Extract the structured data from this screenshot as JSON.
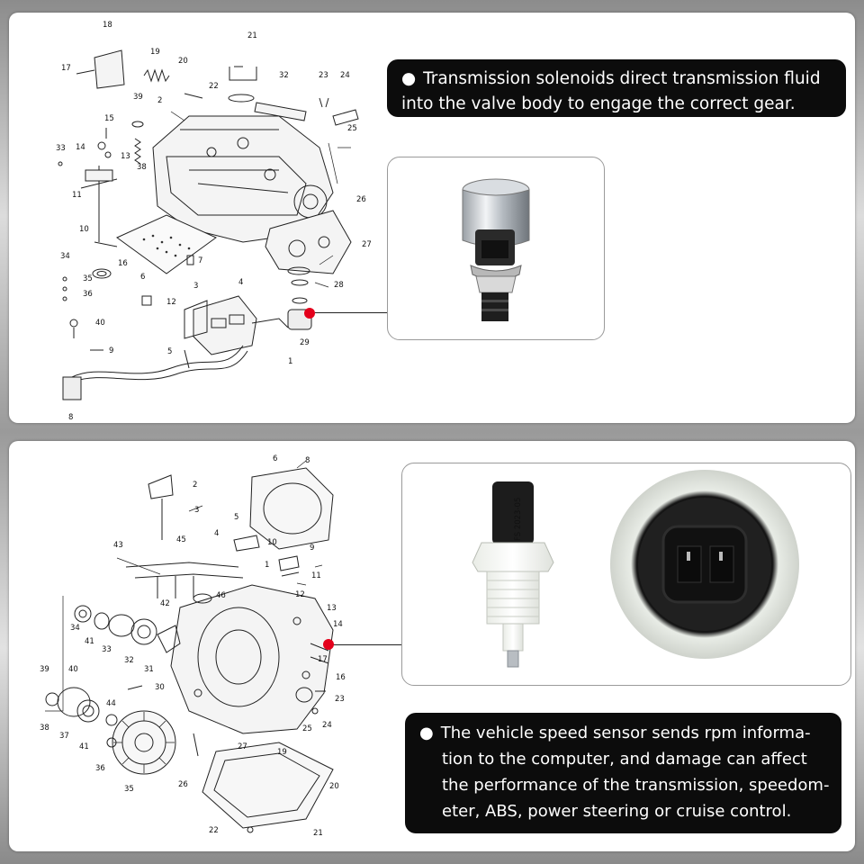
{
  "top_panel": {
    "callout": "Transmission solenoids direct transmission fluid into the valve body to engage the correct gear.",
    "part_numbers": [
      "18",
      "17",
      "19",
      "20",
      "21",
      "22",
      "32",
      "23",
      "24",
      "25",
      "39",
      "15",
      "2",
      "14",
      "13",
      "33",
      "38",
      "11",
      "10",
      "26",
      "27",
      "34",
      "16",
      "6",
      "7",
      "35",
      "36",
      "4",
      "3",
      "12",
      "28",
      "40",
      "29",
      "9",
      "5",
      "1",
      "8"
    ]
  },
  "bottom_panel": {
    "callout": "The vehicle speed sensor sends rpm information to the computer, and damage can affect the performance of the transmission, speedometer, ABS, power steering or cruise control.",
    "callout_lines": [
      "The vehicle speed sensor sends rpm informa-",
      "tion to the computer, and damage can affect",
      "the performance of the transmission, speedom-",
      "eter, ABS, power steering or cruise control."
    ],
    "sensor_marking": "FS 2023-05",
    "part_numbers": [
      "6",
      "8",
      "2",
      "3",
      "5",
      "4",
      "10",
      "9",
      "43",
      "45",
      "1",
      "11",
      "12",
      "42",
      "46",
      "13",
      "14",
      "34",
      "41",
      "33",
      "32",
      "31",
      "17",
      "16",
      "39",
      "40",
      "30",
      "23",
      "44",
      "38",
      "37",
      "41",
      "25",
      "24",
      "27",
      "36",
      "19",
      "35",
      "26",
      "20",
      "22",
      "21"
    ]
  },
  "colors": {
    "marker": "#e4001b",
    "callout_bg": "#0c0c0c"
  },
  "icons": [
    "bullet-icon",
    "marker-dot-icon"
  ]
}
